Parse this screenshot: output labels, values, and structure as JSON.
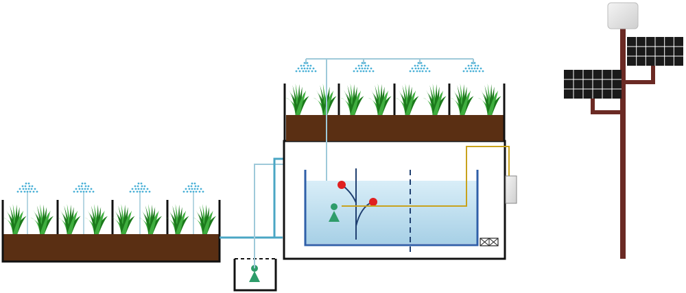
{
  "colors": {
    "soil": "#5a2f13",
    "plant": "#1c7a1c",
    "plant_light": "#3fae3f",
    "frame": "#111111",
    "water_fill": "#d6ecf6",
    "water_fill_deep": "#a9d3e8",
    "pipe": "#4aa6c4",
    "pipe_light": "#9ec9d9",
    "spray": "#4ab0d6",
    "tank_liner": "#2f5fa8",
    "pump": "#2e9c6a",
    "float_ball": "#e02020",
    "sensor_wire": "#c8a21c",
    "pole": "#6b2a24",
    "panel": "#1a1a1a",
    "panel_grid": "#ffffff",
    "controller_box": "#e4e4e4"
  },
  "components": {
    "left_bed": {
      "plants": 8,
      "sprinklers": 4,
      "sprinkler_icon": "water-spray-icon"
    },
    "right_bed": {
      "plants": 8,
      "sprinklers": 4,
      "sprinkler_icon": "water-spray-icon"
    },
    "sump_pit": {
      "pump_icon": "pump-icon"
    },
    "tank": {
      "pump_icon": "pump-icon",
      "float_switches": 2,
      "outlet_icon": "valve-icon"
    },
    "solar_station": {
      "panels": 2,
      "controller_icon": "controller-box-icon"
    }
  }
}
